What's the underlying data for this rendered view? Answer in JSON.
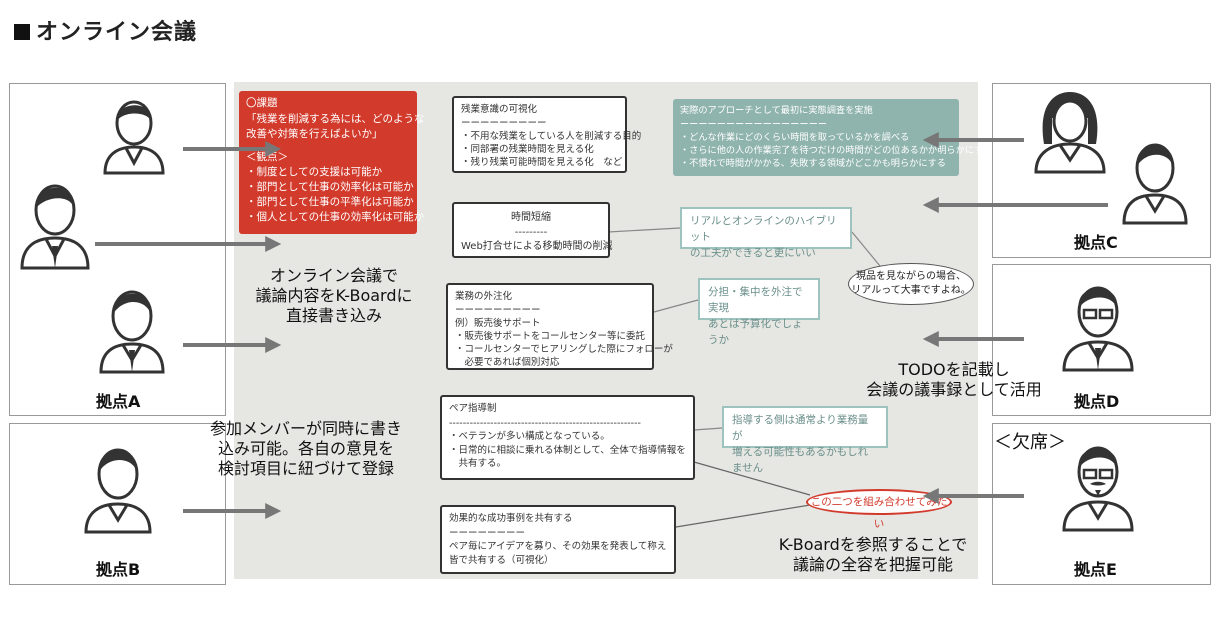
{
  "title": "オンライン会議",
  "sites": {
    "a": "拠点A",
    "b": "拠点B",
    "c": "拠点C",
    "d": "拠点D",
    "e": "拠点E"
  },
  "absence": "＜欠席＞",
  "captions": {
    "online_1": "オンライン会議で",
    "online_2": "議論内容をK-Boardに",
    "online_3": "直接書き込み",
    "members_1": "参加メンバーが同時に書き",
    "members_2": "込み可能。各自の意見を",
    "members_3": "検討項目に紐づけて登録",
    "todo_1": "TODOを記載し",
    "todo_2": "会議の議事録として活用",
    "kboard_1": "K-Boardを参照することで",
    "kboard_2": "議論の全容を把握可能"
  },
  "cards": {
    "issue": {
      "head": "〇課題",
      "lines": [
        "「残業を削減する為には、どのような",
        "改善や対策を行えばよいか」",
        "",
        "＜観点＞",
        "・制度としての支援は可能か",
        "・部門として仕事の効率化は可能か",
        "・部門として仕事の平準化は可能か",
        "・個人としての仕事の効率化は可能か"
      ]
    },
    "visual": {
      "head": "残業意識の可視化",
      "lines": [
        "ーーーーーーーーー",
        "・不用な残業をしている人を削減する目的",
        "・同部署の残業時間を見える化",
        "・残り残業可能時間を見える化　など"
      ]
    },
    "approach": {
      "head": "実際のアプローチとして最初に実態調査を実施",
      "lines": [
        "ーーーーーーーーーーーーーーーー",
        "・どんな作業にどのくらい時間を取っているかを調べる",
        "・さらに他の人の作業完了を待つだけの時間がどの位あるかが明らかにする",
        "・不慣れで時間がかかる、失敗する領域がどこかも明らかにする"
      ]
    },
    "shorten": {
      "head": "時間短縮",
      "lines": [
        "---------",
        "Web打合せによる移動時間の削減"
      ]
    },
    "outsource": {
      "head": "業務の外注化",
      "lines": [
        "ーーーーーーーーー",
        "例）販売後サポート",
        "・販売後サポートをコールセンター等に委託",
        "・コールセンターでヒアリングした際にフォローが",
        "　必要であれば個別対応"
      ]
    },
    "pair": {
      "head": "ペア指導制",
      "lines": [
        "--------------------------------------------------------",
        "・ベテランが多い構成となっている。",
        "・日常的に相談に乗れる体制として、全体で指導情報を",
        "　共有する。"
      ]
    },
    "success": {
      "head": "効果的な成功事例を共有する",
      "lines": [
        "ーーーーーーーー",
        "ペア毎にアイデアを募り、その効果を発表して称え",
        "皆で共有する（可視化）"
      ]
    }
  },
  "notes": {
    "hybrid": [
      "リアルとオンラインのハイブリット",
      "の工夫ができると更にいい"
    ],
    "split": [
      "分担・集中を外注で実現",
      "あとは予算化でしょうか"
    ],
    "guide": [
      "指導する側は通常より業務量が",
      "増える可能性もあるかもしれません"
    ]
  },
  "bubble": [
    "現品を見ながらの場合、",
    "リアルって大事ですよね。"
  ],
  "combine": "この二つを組み合わせてみたい",
  "colors": {
    "red": "#d23a2c",
    "teal": "#8fb3ad",
    "board": "#e6e6e3",
    "arrow": "#777777"
  }
}
